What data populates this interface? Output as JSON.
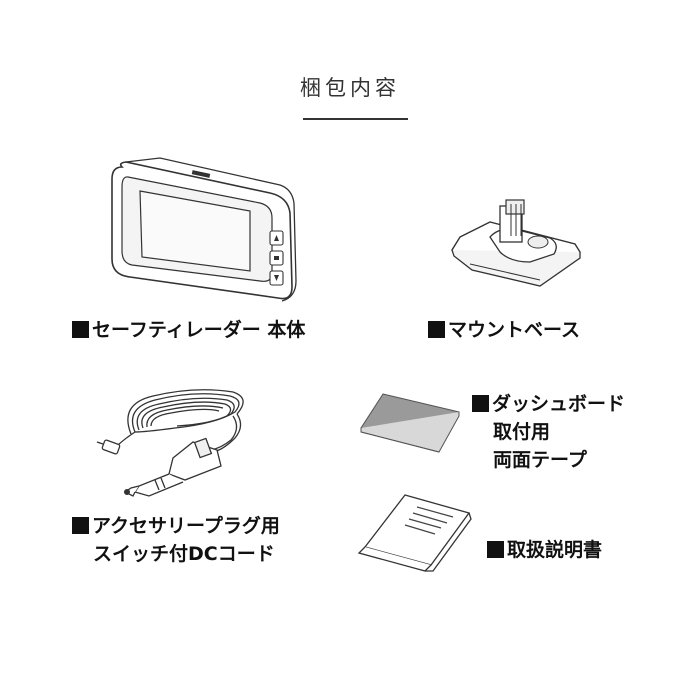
{
  "header": {
    "title": "梱包内容"
  },
  "items": [
    {
      "id": "main-unit",
      "lines": [
        "セーフティレーダー 本体"
      ],
      "icon": "dashcam-unit-illustration"
    },
    {
      "id": "mount-base",
      "lines": [
        "マウントベース"
      ],
      "icon": "mount-base-illustration"
    },
    {
      "id": "dc-cord",
      "lines": [
        "アクセサリープラグ用",
        "スイッチ付DCコード"
      ],
      "icon": "dc-cord-illustration"
    },
    {
      "id": "dashboard-tape",
      "lines": [
        "ダッシュボード",
        "取付用",
        "両面テープ"
      ],
      "icon": "tape-illustration"
    },
    {
      "id": "manual",
      "lines": [
        "取扱説明書"
      ],
      "icon": "manual-illustration"
    }
  ]
}
